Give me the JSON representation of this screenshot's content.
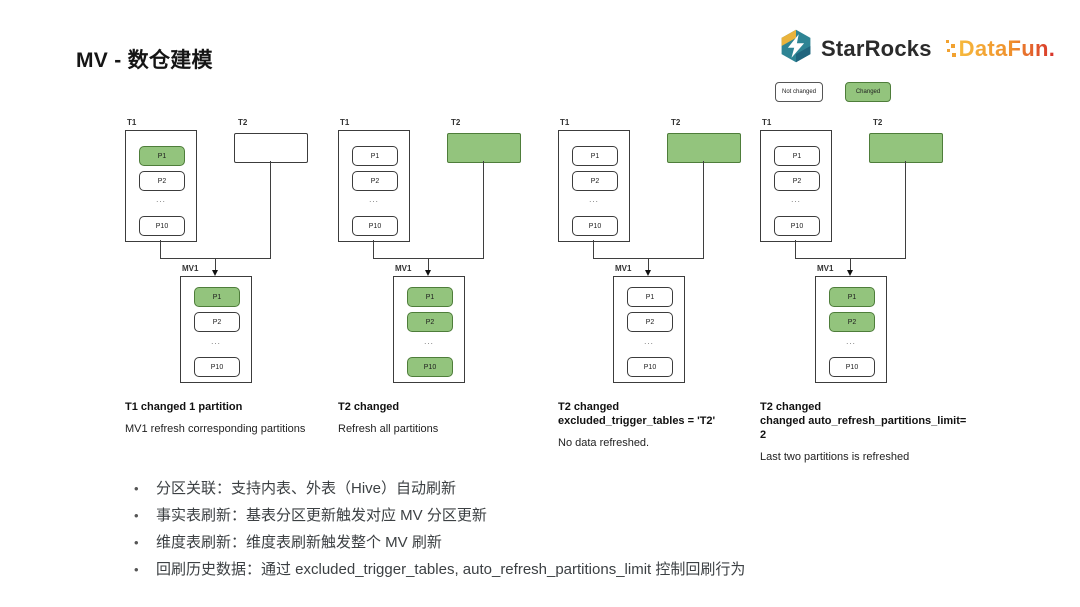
{
  "title": "MV - 数仓建模",
  "logos": {
    "starrocks_text": "StarRocks",
    "datafun_data": "Data",
    "datafun_fun": "Fun."
  },
  "legend": {
    "not_changed": "Not changed",
    "changed": "Changed"
  },
  "colors": {
    "changed_fill": "#93c47d",
    "changed_border": "#4e7d3a",
    "box_border": "#3c3c3c"
  },
  "diagrams": [
    {
      "t1": {
        "label": "T1",
        "partitions": [
          {
            "name": "P1",
            "changed": true
          },
          {
            "name": "P2",
            "changed": false
          },
          {
            "name": "...",
            "ellipsis": true
          },
          {
            "name": "P10",
            "changed": false
          }
        ]
      },
      "t2": {
        "label": "T2",
        "changed": false
      },
      "mv": {
        "label": "MV1",
        "partitions": [
          {
            "name": "P1",
            "changed": true
          },
          {
            "name": "P2",
            "changed": false
          },
          {
            "name": "...",
            "ellipsis": true
          },
          {
            "name": "P10",
            "changed": false
          }
        ]
      },
      "caption_bold": [
        "T1 changed 1 partition"
      ],
      "caption_sub": "MV1 refresh corresponding partitions"
    },
    {
      "t1": {
        "label": "T1",
        "partitions": [
          {
            "name": "P1",
            "changed": false
          },
          {
            "name": "P2",
            "changed": false
          },
          {
            "name": "...",
            "ellipsis": true
          },
          {
            "name": "P10",
            "changed": false
          }
        ]
      },
      "t2": {
        "label": "T2",
        "changed": true
      },
      "mv": {
        "label": "MV1",
        "partitions": [
          {
            "name": "P1",
            "changed": true
          },
          {
            "name": "P2",
            "changed": true
          },
          {
            "name": "...",
            "ellipsis": true
          },
          {
            "name": "P10",
            "changed": true
          }
        ]
      },
      "caption_bold": [
        "T2 changed"
      ],
      "caption_sub": "Refresh all partitions"
    },
    {
      "t1": {
        "label": "T1",
        "partitions": [
          {
            "name": "P1",
            "changed": false
          },
          {
            "name": "P2",
            "changed": false
          },
          {
            "name": "...",
            "ellipsis": true
          },
          {
            "name": "P10",
            "changed": false
          }
        ]
      },
      "t2": {
        "label": "T2",
        "changed": true
      },
      "mv": {
        "label": "MV1",
        "partitions": [
          {
            "name": "P1",
            "changed": false
          },
          {
            "name": "P2",
            "changed": false
          },
          {
            "name": "...",
            "ellipsis": true
          },
          {
            "name": "P10",
            "changed": false
          }
        ]
      },
      "caption_bold": [
        "T2 changed",
        "excluded_trigger_tables = 'T2'"
      ],
      "caption_sub": "No data refreshed."
    },
    {
      "t1": {
        "label": "T1",
        "partitions": [
          {
            "name": "P1",
            "changed": false
          },
          {
            "name": "P2",
            "changed": false
          },
          {
            "name": "...",
            "ellipsis": true
          },
          {
            "name": "P10",
            "changed": false
          }
        ]
      },
      "t2": {
        "label": "T2",
        "changed": true
      },
      "mv": {
        "label": "MV1",
        "partitions": [
          {
            "name": "P1",
            "changed": true
          },
          {
            "name": "P2",
            "changed": true
          },
          {
            "name": "...",
            "ellipsis": true
          },
          {
            "name": "P10",
            "changed": false
          }
        ]
      },
      "caption_bold": [
        "T2 changed",
        "changed auto_refresh_partitions_limit= 2"
      ],
      "caption_sub": "Last two partitions is refreshed"
    }
  ],
  "bullets": [
    "分区关联：支持内表、外表（Hive）自动刷新",
    "事实表刷新：基表分区更新触发对应 MV 分区更新",
    "维度表刷新：维度表刷新触发整个 MV 刷新",
    "回刷历史数据：通过 excluded_trigger_tables, auto_refresh_partitions_limit 控制回刷行为"
  ]
}
